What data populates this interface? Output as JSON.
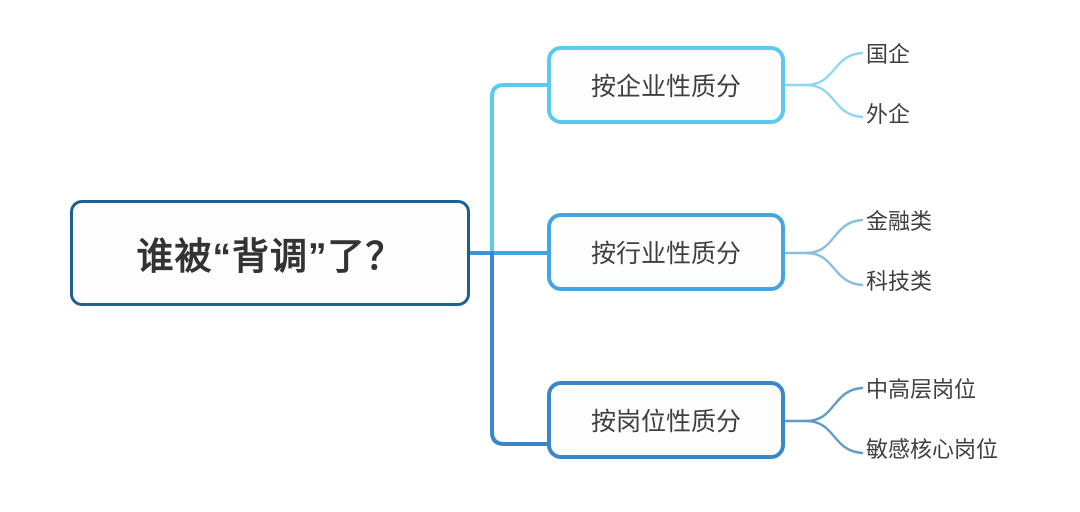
{
  "diagram": {
    "type": "mind-map",
    "orientation": "left-to-right",
    "background": "#ffffff",
    "root": {
      "label": "谁被“背调”了？",
      "border_color": "#1d5f93",
      "text_color": "#333333"
    },
    "branches": [
      {
        "label": "按企业性质分",
        "color": "#5cc9ee",
        "leaves": [
          {
            "label": "国企"
          },
          {
            "label": "外企"
          }
        ]
      },
      {
        "label": "按行业性质分",
        "color": "#43a6e2",
        "leaves": [
          {
            "label": "金融类"
          },
          {
            "label": "科技类"
          }
        ]
      },
      {
        "label": "按岗位性质分",
        "color": "#3a86c9",
        "leaves": [
          {
            "label": "中高层岗位"
          },
          {
            "label": "敏感核心岗位"
          }
        ]
      }
    ]
  }
}
